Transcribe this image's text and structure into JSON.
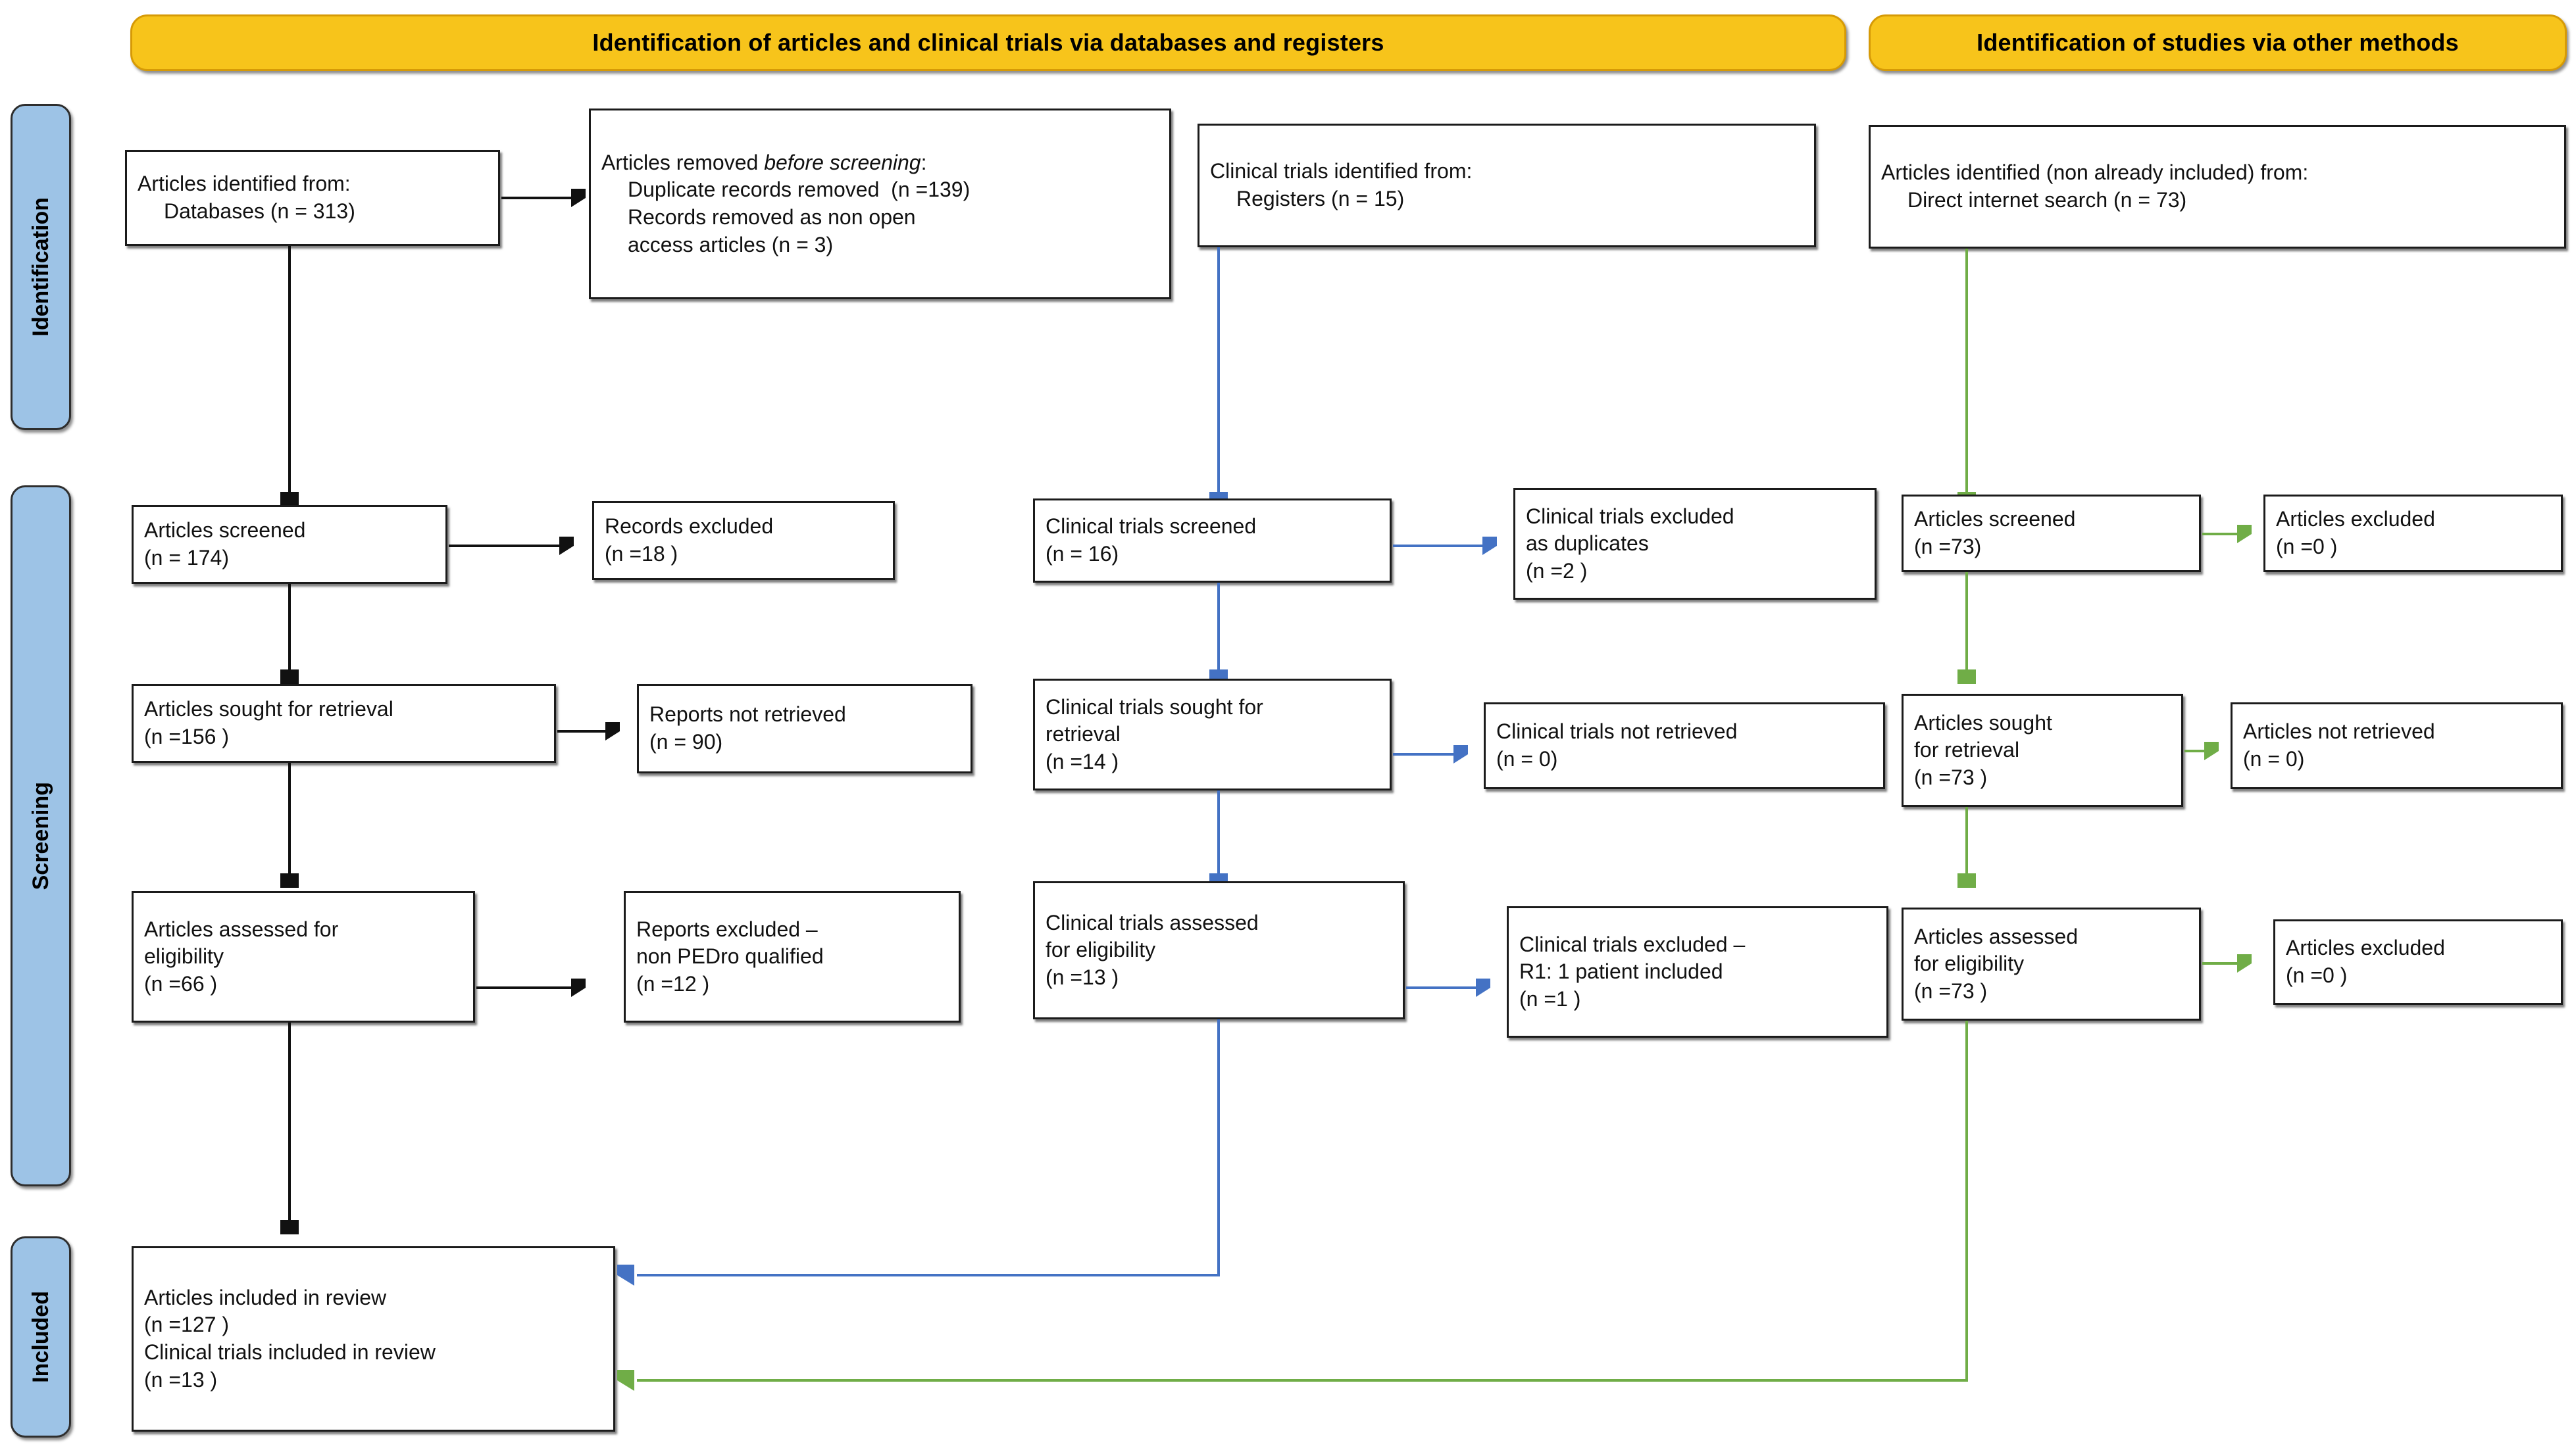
{
  "diagram": {
    "type": "PRISMA flow diagram",
    "colors": {
      "header_fill": "#F7C41B",
      "stage_label_fill": "#9DC3E6",
      "databases_arrow": "#111111",
      "registers_arrow": "#4472C4",
      "other_methods_arrow": "#70AD47",
      "box_border": "#1b1b1b"
    }
  },
  "headers": {
    "databases": "Identification of articles and clinical trials via databases and registers",
    "other_methods": "Identification of studies via other methods"
  },
  "stage_labels": {
    "identification": "Identification",
    "screening": "Screening",
    "included": "Included"
  },
  "boxes": {
    "articles_identified": {
      "line1": "Articles identified from:",
      "line2": "Databases (n = 313)"
    },
    "articles_removed": {
      "line1a": "Articles removed ",
      "line1b": "before screening",
      "line1c": ":",
      "line2": "Duplicate records removed  (n =139)",
      "line3": "Records removed as non open",
      "line4": "access articles (n = 3)"
    },
    "trials_identified": {
      "line1": "Clinical trials identified from:",
      "line2": "Registers (n = 15)"
    },
    "other_identified": {
      "line1": "Articles identified (non already included) from:",
      "line2": "Direct internet search (n = 73)"
    },
    "articles_screened": {
      "line1": "Articles screened",
      "line2": "(n = 174)"
    },
    "records_excluded": {
      "line1": "Records excluded",
      "line2": "(n =18 )"
    },
    "trials_screened": {
      "line1": "Clinical trials screened",
      "line2": "(n = 16)"
    },
    "trials_excluded_dupes": {
      "line1": "Clinical trials excluded",
      "line2": "as duplicates",
      "line3": "(n =2 )"
    },
    "other_screened": {
      "line1": "Articles screened",
      "line2": "(n =73)"
    },
    "other_excluded": {
      "line1": "Articles excluded",
      "line2": "(n =0 )"
    },
    "articles_sought": {
      "line1": "Articles sought for retrieval",
      "line2": "(n =156 )"
    },
    "reports_not_retrieved": {
      "line1": "Reports not retrieved",
      "line2": "(n = 90)"
    },
    "trials_sought": {
      "line1": "Clinical trials sought for",
      "line2": "retrieval",
      "line3": "(n =14 )"
    },
    "trials_not_retrieved": {
      "line1": "Clinical trials not retrieved",
      "line2": "(n = 0)"
    },
    "other_sought": {
      "line1": "Articles sought",
      "line2": "for retrieval",
      "line3": "(n =73 )"
    },
    "other_not_retrieved": {
      "line1": "Articles not retrieved",
      "line2": "(n = 0)"
    },
    "articles_assessed": {
      "line1": "Articles assessed for",
      "line2": "eligibility",
      "line3": "(n =66 )"
    },
    "reports_excluded": {
      "line1": "Reports excluded –",
      "line2": "non PEDro qualified",
      "line3": "(n =12 )"
    },
    "trials_assessed": {
      "line1": "Clinical trials assessed",
      "line2": "for eligibility",
      "line3": "(n =13 )"
    },
    "trials_excluded_r1": {
      "line1": "Clinical trials excluded –",
      "line2": "R1: 1 patient included",
      "line3": "(n =1 )"
    },
    "other_assessed": {
      "line1": "Articles assessed",
      "line2": "for eligibility",
      "line3": "(n =73 )"
    },
    "other_excluded2": {
      "line1": "Articles excluded",
      "line2": "(n =0 )"
    },
    "included": {
      "line1": "Articles included in review",
      "line2": "(n =127 )",
      "line3": "Clinical trials included in review",
      "line4": "(n =13 )"
    }
  }
}
